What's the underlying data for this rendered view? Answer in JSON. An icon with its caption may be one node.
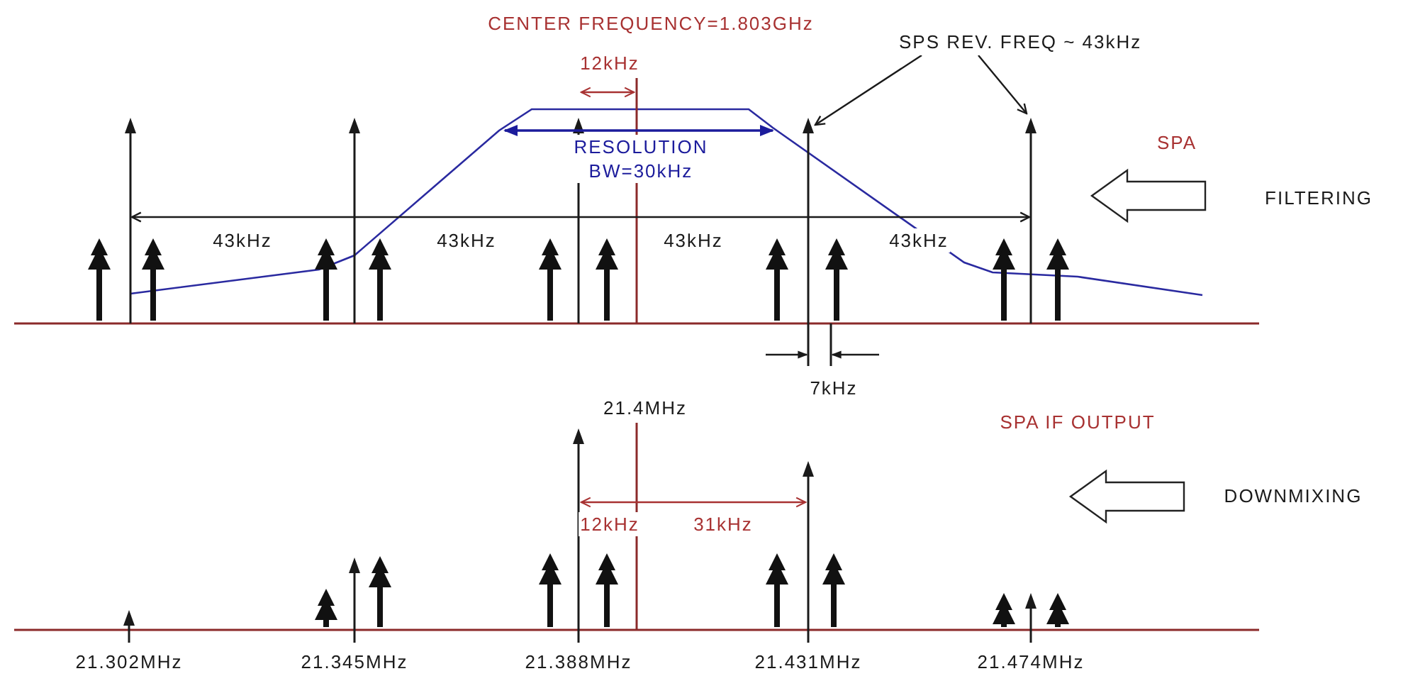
{
  "diagram": {
    "nodes": [
      {
        "text": [
          "SPS REV. FREQ ~ 43kHz"
        ]
      },
      {
        "text": [],
        "shape": "bar"
      },
      {
        "text": [],
        "shape": "bar"
      }
    ],
    "edges": [
      {
        "from": 0,
        "to": 1,
        "arrow": "to"
      },
      {
        "from": 0,
        "to": 2,
        "arrow": "to"
      }
    ],
    "labels": [
      "CENTER FREQUENCY=1.803GHz",
      "12kHz",
      "RESOLUTION BW=30kHz",
      "SPA",
      "FILTERING",
      "43kHz",
      "43kHz",
      "43kHz",
      "43kHz",
      "7kHz",
      "21.4MHz",
      "SPA IF OUTPUT",
      "DOWNMIXING",
      "12kHz",
      "31kHz",
      "21.302MHz",
      "21.345MHz",
      "21.388MHz",
      "21.431MHz",
      "21.474MHz"
    ]
  }
}
